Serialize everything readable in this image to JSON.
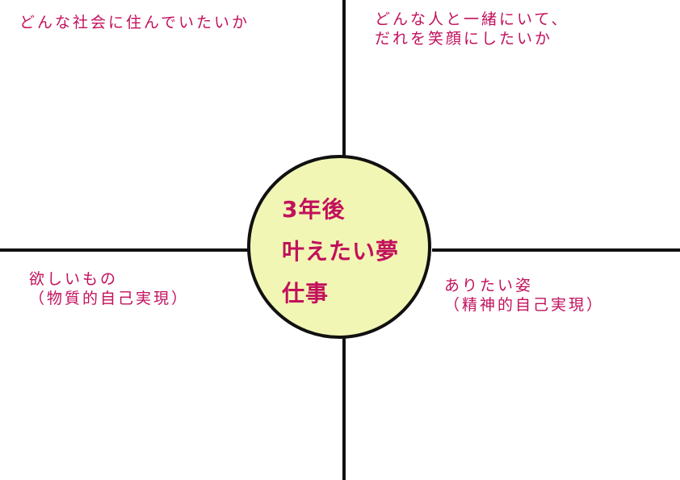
{
  "center": {
    "lines": [
      "3年後",
      "叶えたい夢",
      "仕事"
    ]
  },
  "quadrants": {
    "top_left": {
      "lines": [
        "どんな社会に住んでいたいか"
      ]
    },
    "top_right": {
      "lines": [
        "どんな人と一緒にいて、",
        "だれを笑顔にしたいか"
      ]
    },
    "bottom_left": {
      "lines": [
        "欲しいもの",
        "（物質的自己実現）"
      ]
    },
    "bottom_right": {
      "lines": [
        "ありたい姿",
        "（精神的自己実現）"
      ]
    }
  },
  "colors": {
    "text": "#c2105c",
    "circle_fill": "#f1f6b4",
    "lines": "#111111"
  }
}
